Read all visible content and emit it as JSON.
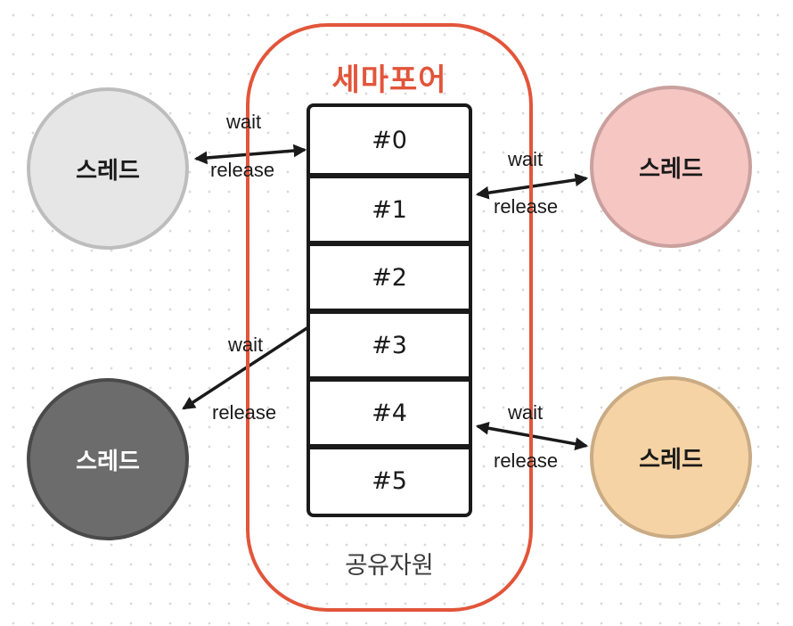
{
  "semaphore": {
    "title": "세마포어",
    "color": "#e2553a"
  },
  "resource": {
    "slots": [
      "#0",
      "#1",
      "#2",
      "#3",
      "#4",
      "#5"
    ],
    "label": "공유자원"
  },
  "threads": [
    {
      "label": "스레드",
      "fill": "#e6e6e6",
      "border": "#bdbdbd"
    },
    {
      "label": "스레드",
      "fill": "#f6c6c2",
      "border": "#c9a09d"
    },
    {
      "label": "스레드",
      "fill": "#6c6c6c",
      "border": "#4a4a4a"
    },
    {
      "label": "스레드",
      "fill": "#f6d3a4",
      "border": "#c9ab85"
    }
  ],
  "connections": [
    {
      "wait": "wait",
      "release": "release",
      "slot": "#0"
    },
    {
      "wait": "wait",
      "release": "release",
      "slot": "#1"
    },
    {
      "wait": "wait",
      "release": "release",
      "slot": "#3"
    },
    {
      "wait": "wait",
      "release": "release",
      "slot": "#4"
    }
  ]
}
